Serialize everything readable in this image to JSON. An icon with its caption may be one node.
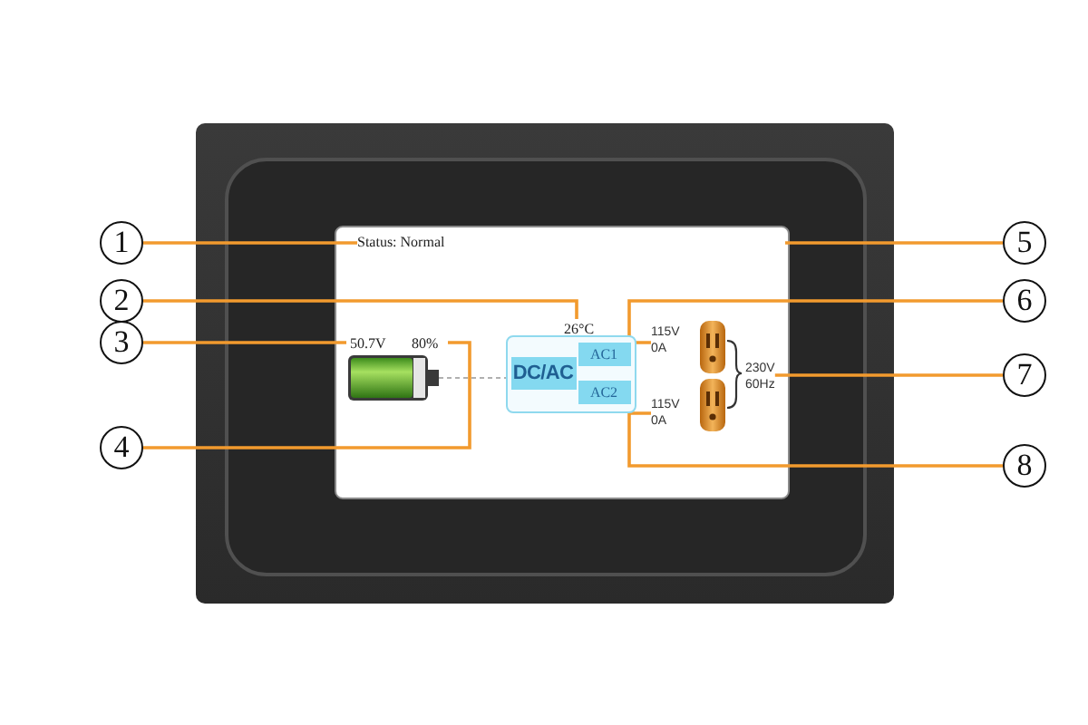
{
  "diagram": {
    "nodes": [
      {
        "text": [
          "1"
        ]
      },
      {
        "text": [
          "Status: Normal"
        ]
      },
      {
        "text": [
          "5"
        ]
      },
      {
        "text": [
          "2"
        ]
      },
      {
        "text": [
          "6"
        ]
      },
      {
        "text": [
          "26°C"
        ]
      },
      {
        "text": [
          "3"
        ]
      },
      {
        "text": [
          "50.7V"
        ]
      },
      {
        "text": [
          "80%"
        ]
      },
      {
        "text": [],
        "shape": "box"
      },
      {
        "text": [
          "DC/AC"
        ],
        "in": 9
      },
      {
        "text": [
          "AC1"
        ],
        "in": 9
      },
      {
        "text": [
          "AC2"
        ],
        "in": 9
      },
      {
        "text": [
          "115V 0A"
        ]
      },
      {
        "text": [
          "230V 60Hz"
        ]
      },
      {
        "text": [],
        "shape": "picture"
      },
      {
        "text": [
          "7"
        ]
      },
      {
        "text": [
          "115V 0A"
        ]
      },
      {
        "text": [
          "4"
        ]
      },
      {
        "text": [
          "8"
        ]
      }
    ],
    "edges": [
      {
        "from": 0,
        "to": 1,
        "arrow": "none"
      },
      {
        "from": 2,
        "to": null,
        "arrow": "none"
      },
      {
        "from": 3,
        "to": 5,
        "arrow": "none"
      },
      {
        "from": 4,
        "to": 13,
        "arrow": "none"
      },
      {
        "from": 6,
        "to": 7,
        "arrow": "none"
      },
      {
        "from": 18,
        "to": 8,
        "arrow": "none"
      },
      {
        "from": 16,
        "to": 14,
        "arrow": "none"
      },
      {
        "from": 19,
        "to": 17,
        "arrow": "none"
      },
      {
        "from": 15,
        "to": 9,
        "arrow": "none",
        "style": "dashed",
        "color": "#b0b0b0"
      }
    ]
  }
}
